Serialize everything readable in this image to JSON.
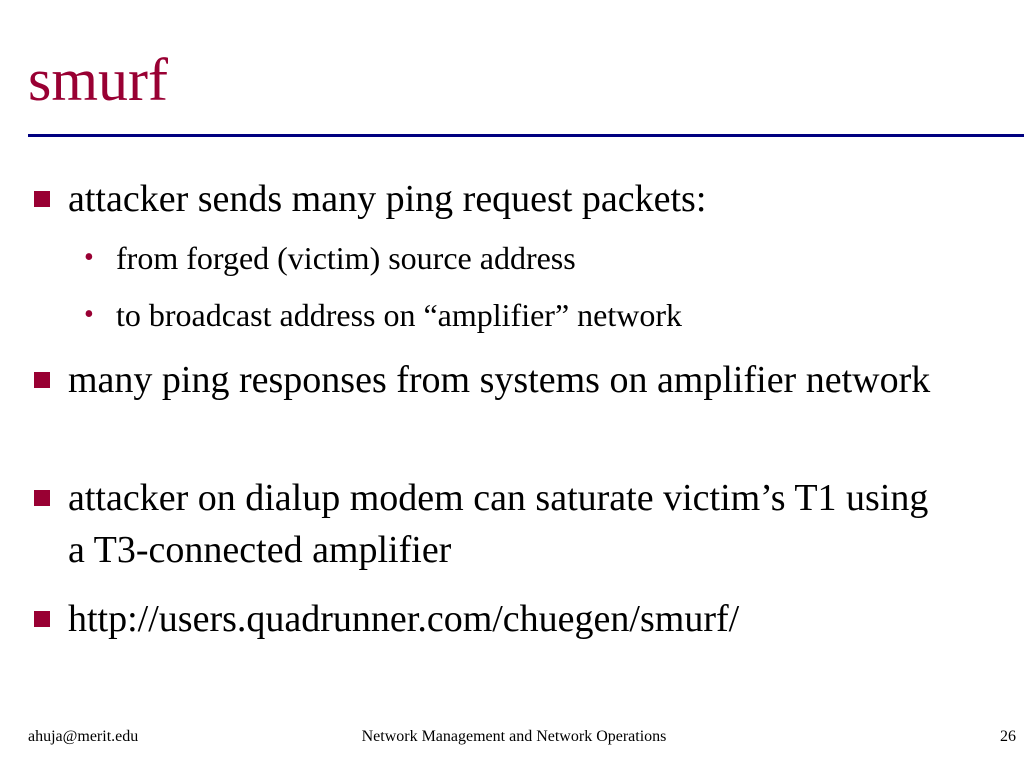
{
  "slide": {
    "title": "smurf",
    "bullets": [
      {
        "text": "attacker sends many ping request packets:",
        "sub": [
          "from forged (victim) source address",
          "to broadcast address on “amplifier” network"
        ]
      },
      {
        "text": "many ping responses from systems on amplifier network"
      },
      {
        "text": "attacker on dialup modem can saturate victim’s T1 using a T3-connected amplifier"
      },
      {
        "text": "http://users.quadrunner.com/chuegen/smurf/"
      }
    ],
    "sub_bullet_glyph": "•"
  },
  "footer": {
    "left": "ahuja@merit.edu",
    "center": "Network Management and Network Operations",
    "page_number": "26"
  },
  "colors": {
    "title": "#990033",
    "rule": "#000080",
    "bullet": "#990033"
  }
}
